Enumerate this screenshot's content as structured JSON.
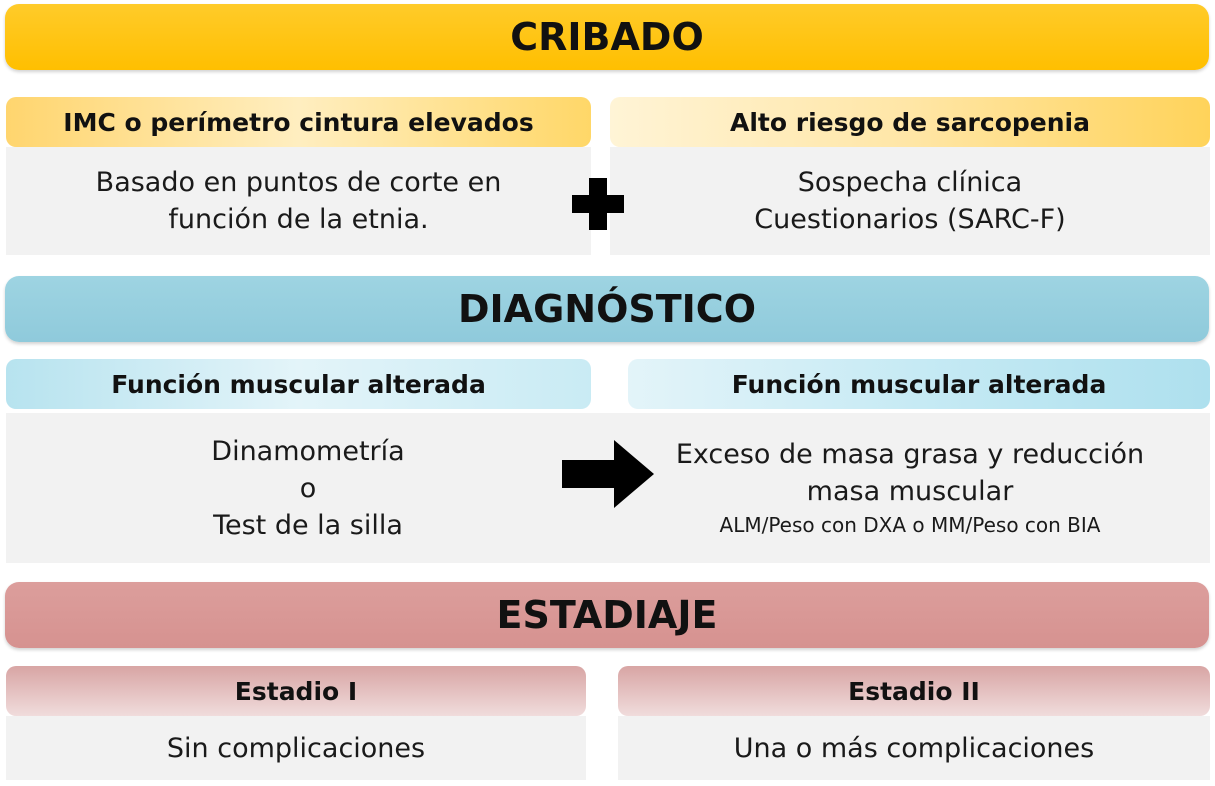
{
  "colors": {
    "cribado": "#ffc000",
    "diagnostico": "#92cddc",
    "estadiaje": "#d99694",
    "body": "#f2f2f2"
  },
  "cribado": {
    "title": "CRIBADO",
    "left": {
      "header": "IMC o perímetro cintura elevados",
      "lines": [
        "Basado en puntos de corte en",
        "función de la etnia."
      ]
    },
    "operator_icon": "plus-icon",
    "right": {
      "header": "Alto riesgo de sarcopenia",
      "lines": [
        "Sospecha clínica",
        "Cuestionarios (SARC-F)"
      ]
    }
  },
  "diagnostico": {
    "title": "DIAGNÓSTICO",
    "left": {
      "header": "Función muscular alterada",
      "lines": [
        "Dinamometría",
        "o",
        "Test de la silla"
      ]
    },
    "operator_icon": "arrow-right-icon",
    "right": {
      "header": "Función muscular alterada",
      "lines": [
        "Exceso de masa grasa y reducción",
        "masa muscular"
      ],
      "note": "ALM/Peso con DXA o MM/Peso con BIA"
    }
  },
  "estadiaje": {
    "title": "ESTADIAJE",
    "left": {
      "header": "Estadio I",
      "line": "Sin complicaciones"
    },
    "right": {
      "header": "Estadio II",
      "line": "Una o más complicaciones"
    }
  }
}
